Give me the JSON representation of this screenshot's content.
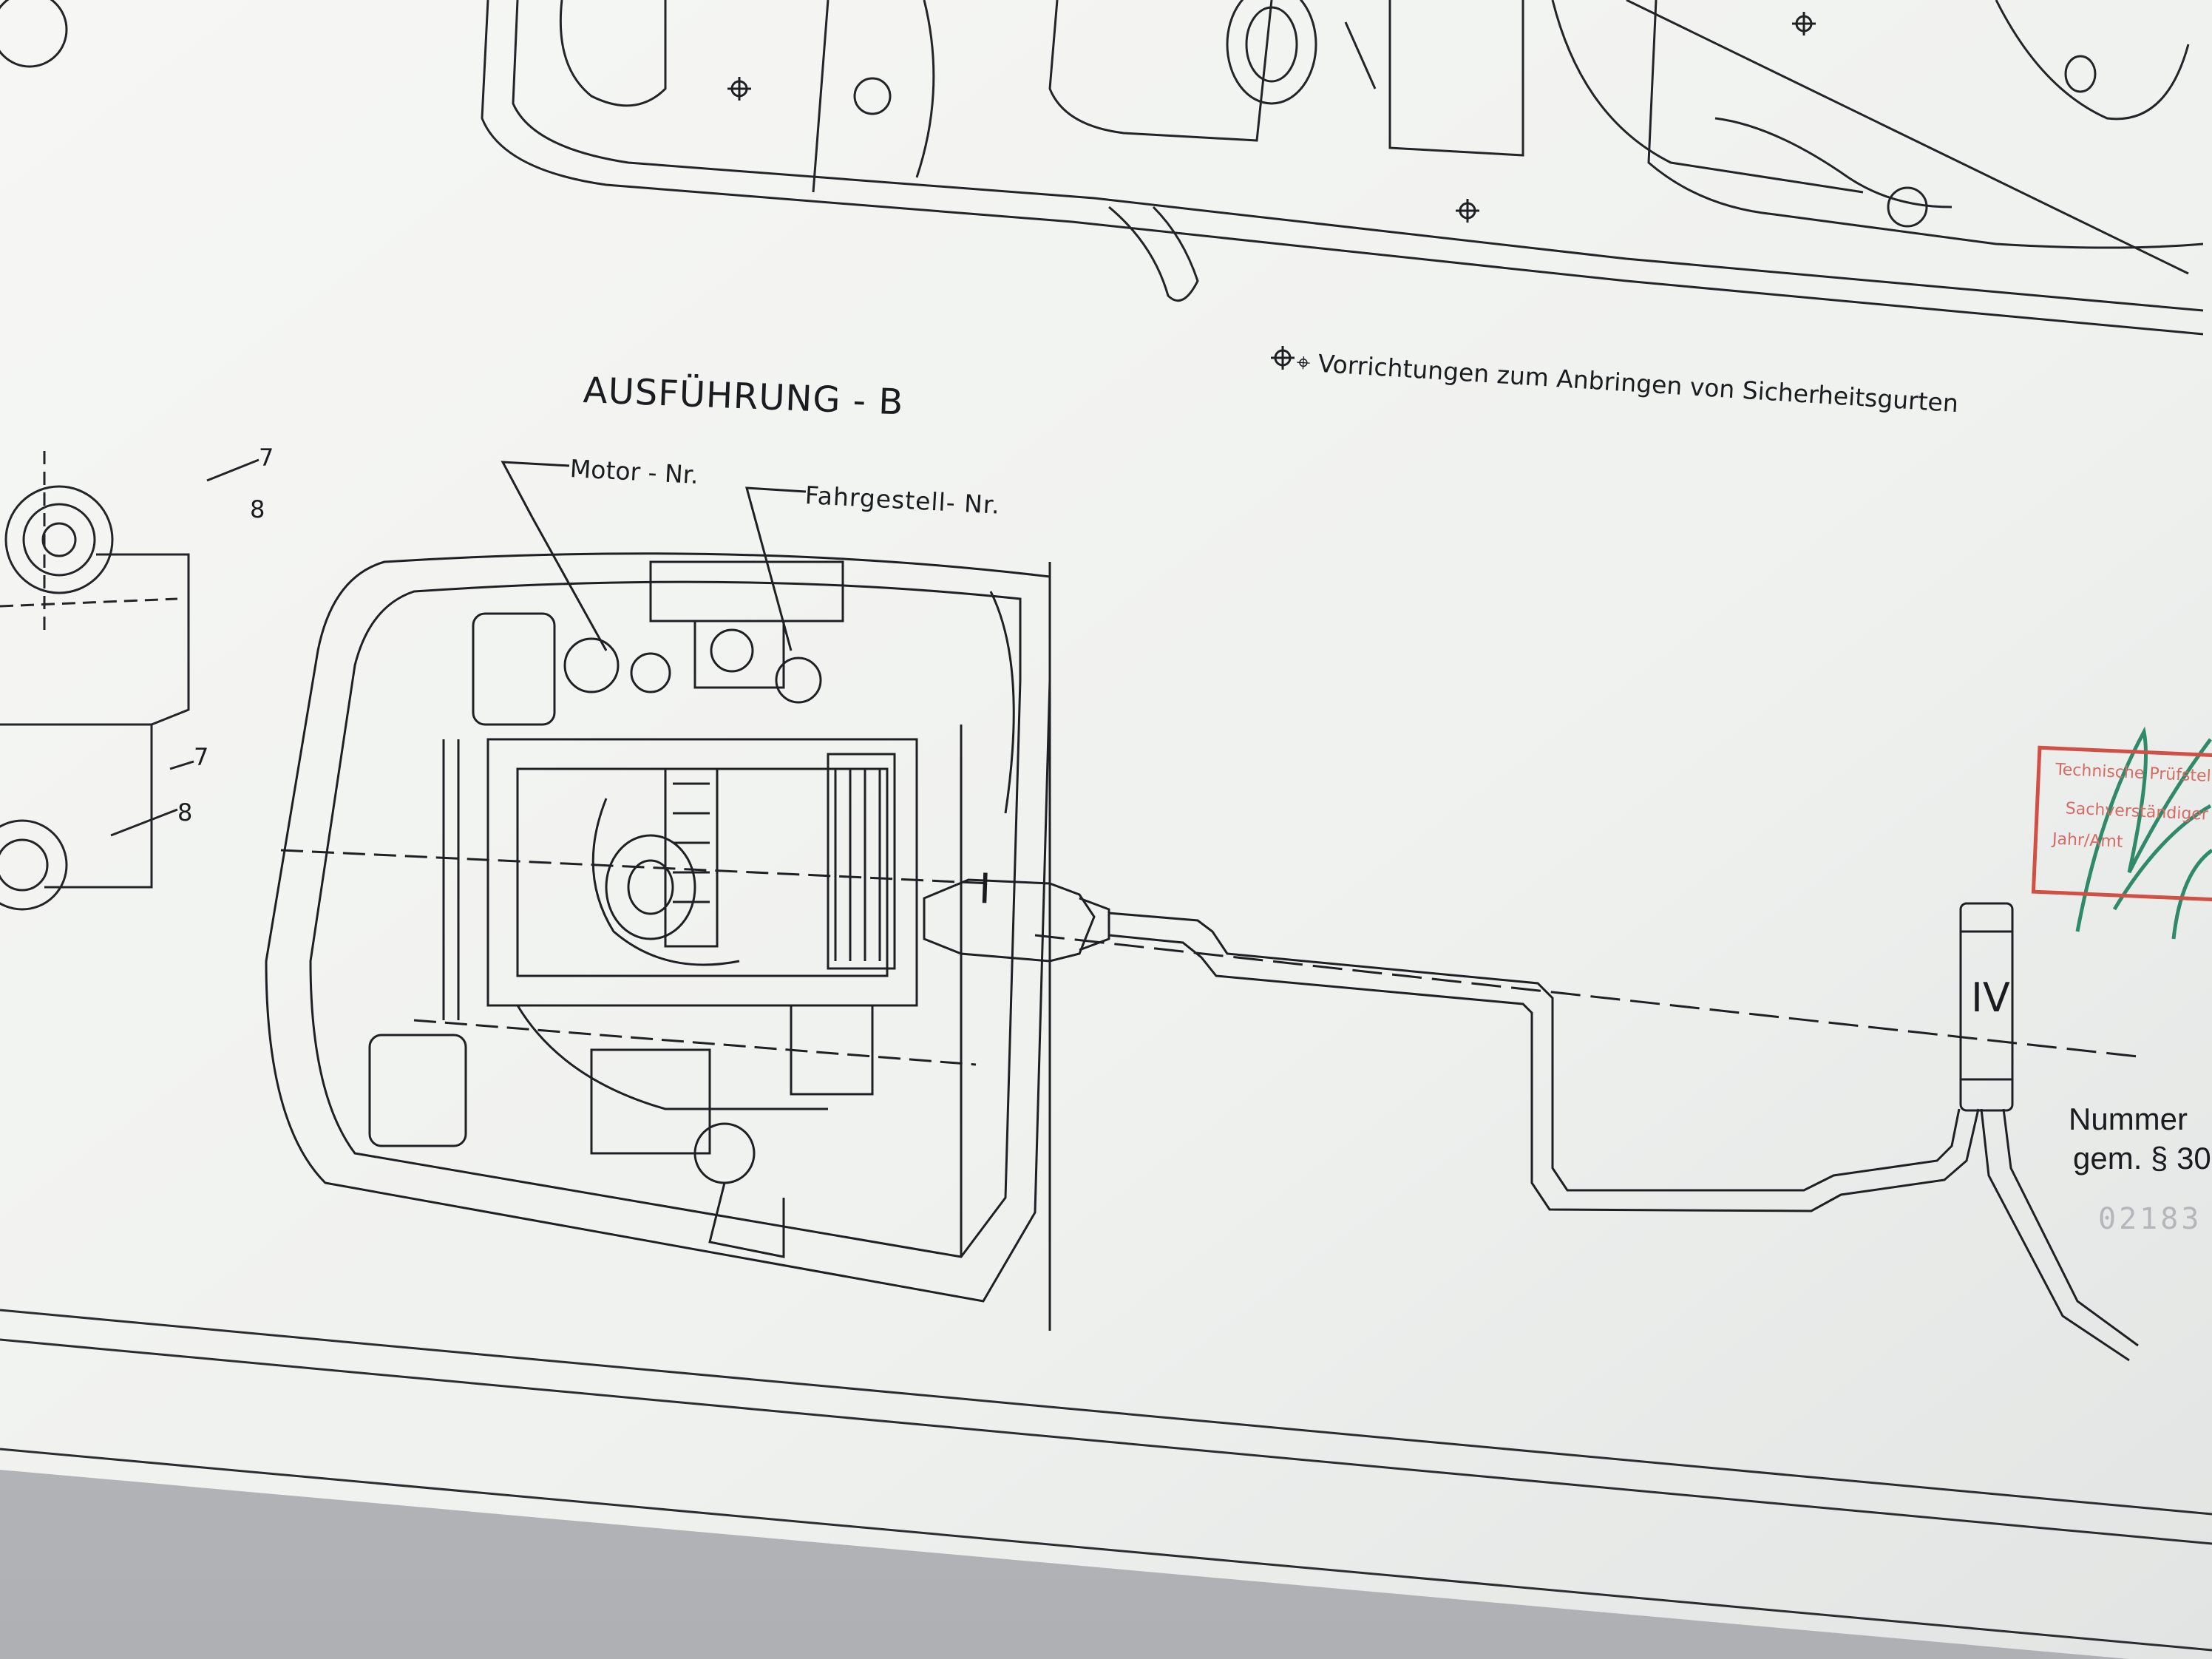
{
  "drawing": {
    "heading": "AUSFÜHRUNG - B",
    "legend": "⌖ Vorrichtungen zum Anbringen von Sicherheitsgurten",
    "callouts": {
      "motor_nr": "Motor - Nr.",
      "fahrgestell_nr": "Fahrgestell- Nr."
    },
    "part_numbers": [
      "7",
      "8",
      "7",
      "8"
    ],
    "exhaust_markers": [
      "I",
      "IV"
    ],
    "right_note": {
      "line1": "Nummer",
      "line2": "gem. § 30",
      "stamp_number": "02183"
    },
    "stamp": {
      "line1": "Technische Prüfstelle",
      "line2": "Sachverständiger",
      "line3": "Jahr/Amt"
    }
  },
  "colors": {
    "paper": "#f4f5f3",
    "ink": "#1a1c20",
    "stamp_red": "#d24f45",
    "signature_green": "#2f8a6a",
    "background_surface": "#b7b9bd"
  },
  "icons": [
    "anchor-point-icon",
    "stamp-seal",
    "signature"
  ]
}
